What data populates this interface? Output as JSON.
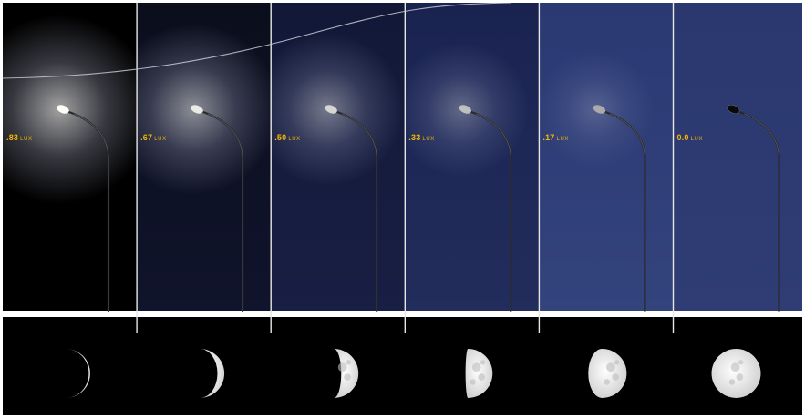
{
  "panels": [
    {
      "lux_value": ".83",
      "lux_unit": "LUX",
      "sky_top": "#000000",
      "sky_bottom": "#000000",
      "lamp_brightness": 1.0,
      "moon_illumination": 0.03
    },
    {
      "lux_value": ".67",
      "lux_unit": "LUX",
      "sky_top": "#0b0e1c",
      "sky_bottom": "#10142c",
      "lamp_brightness": 0.8,
      "moon_illumination": 0.14
    },
    {
      "lux_value": ".50",
      "lux_unit": "LUX",
      "sky_top": "#121836",
      "sky_bottom": "#181f44",
      "lamp_brightness": 0.6,
      "moon_illumination": 0.35
    },
    {
      "lux_value": ".33",
      "lux_unit": "LUX",
      "sky_top": "#1a2350",
      "sky_bottom": "#222d5c",
      "lamp_brightness": 0.4,
      "moon_illumination": 0.55
    },
    {
      "lux_value": ".17",
      "lux_unit": "LUX",
      "sky_top": "#2b3973",
      "sky_bottom": "#33437c",
      "lamp_brightness": 0.2,
      "moon_illumination": 0.78
    },
    {
      "lux_value": "0.0",
      "lux_unit": "LUX",
      "sky_top": "#2b3870",
      "sky_bottom": "#2f3d74",
      "lamp_brightness": 0.0,
      "moon_illumination": 1.0
    }
  ],
  "colors": {
    "lux_label": "#f2b705",
    "divider": "#e6e6e6",
    "moon": "#f1f1f1",
    "pole": "#1b1b1b"
  }
}
